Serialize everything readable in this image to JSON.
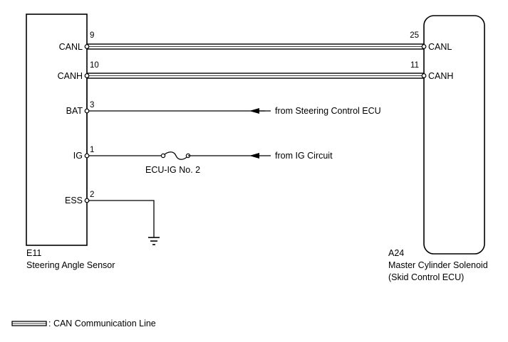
{
  "left_component": {
    "code": "E11",
    "name": "Steering Angle Sensor",
    "pins": [
      {
        "num": "9",
        "name": "CANL"
      },
      {
        "num": "10",
        "name": "CANH"
      },
      {
        "num": "3",
        "name": "BAT"
      },
      {
        "num": "1",
        "name": "IG"
      },
      {
        "num": "2",
        "name": "ESS"
      }
    ]
  },
  "right_component": {
    "code": "A24",
    "name_line1": "Master Cylinder Solenoid",
    "name_line2": "(Skid Control ECU)",
    "pins": [
      {
        "num": "25",
        "name": "CANL"
      },
      {
        "num": "11",
        "name": "CANH"
      }
    ]
  },
  "signals": {
    "bat_source": "from Steering Control ECU",
    "ig_source": "from IG Circuit",
    "fuse_label": "ECU-IG No. 2"
  },
  "legend": {
    "can_line": ": CAN Communication Line"
  }
}
